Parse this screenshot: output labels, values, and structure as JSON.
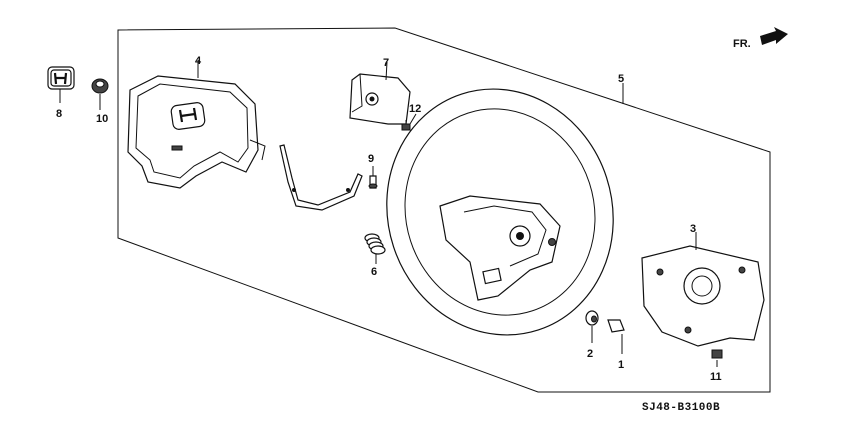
{
  "direction_label": "FR.",
  "diagram_code": "SJ48-B3100B",
  "callouts": {
    "c1": "1",
    "c2": "2",
    "c3": "3",
    "c4": "4",
    "c5": "5",
    "c6": "6",
    "c7": "7",
    "c8": "8",
    "c9": "9",
    "c10": "10",
    "c11": "11",
    "c12": "12"
  }
}
